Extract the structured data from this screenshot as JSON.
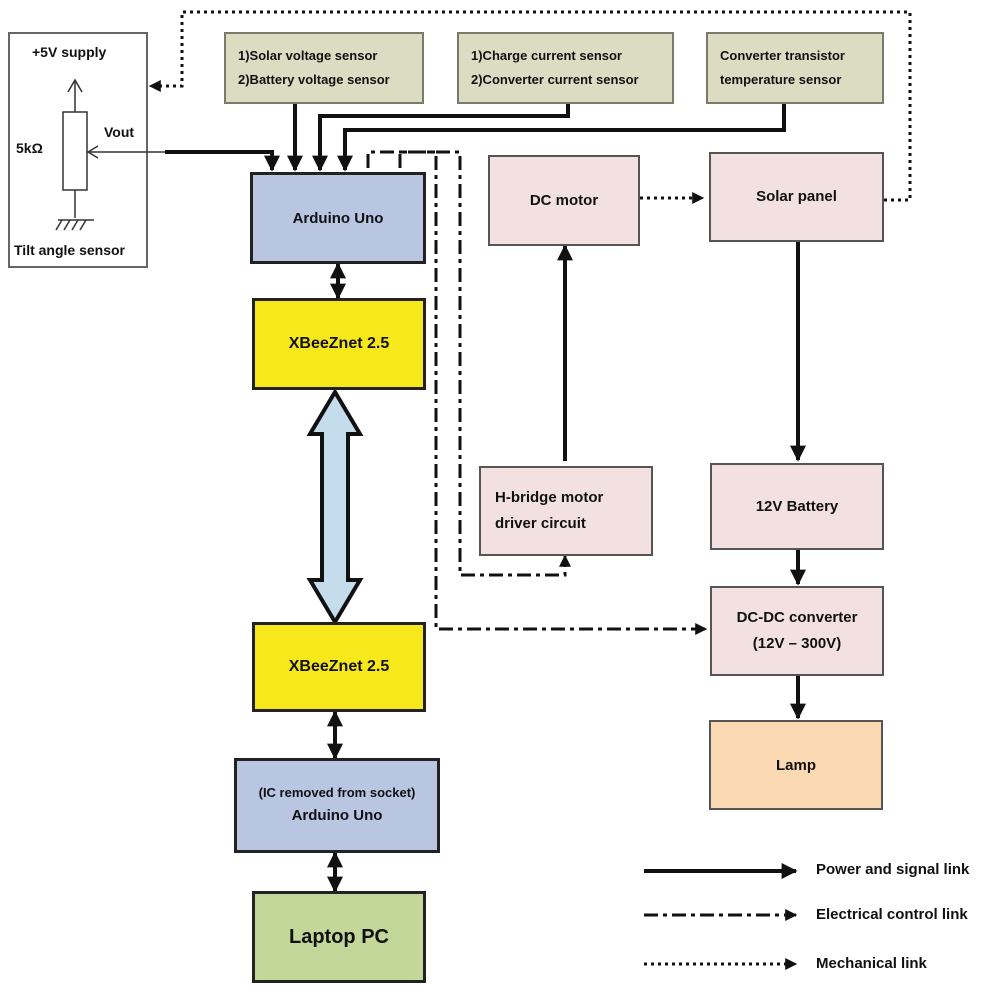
{
  "tilt_sensor": {
    "supply": "+5V supply",
    "resistor": "5kΩ",
    "vout": "Vout",
    "label": "Tilt angle sensor"
  },
  "sensors": {
    "voltage": [
      "1)Solar voltage sensor",
      "2)Battery voltage sensor"
    ],
    "current": [
      "1)Charge current sensor",
      "2)Converter current sensor"
    ],
    "temperature": [
      "Converter transistor",
      "temperature sensor"
    ]
  },
  "blocks": {
    "arduino_top": "Arduino Uno",
    "xbee_top": "XBeeZnet 2.5",
    "xbee_bottom": "XBeeZnet 2.5",
    "arduino_bottom_note": "(IC removed from socket)",
    "arduino_bottom": "Arduino Uno",
    "laptop": "Laptop PC",
    "dc_motor": "DC motor",
    "solar_panel": "Solar panel",
    "hbridge": [
      "H-bridge motor",
      "driver circuit"
    ],
    "battery": "12V Battery",
    "converter": [
      "DC-DC converter",
      "(12V – 300V)"
    ],
    "lamp": "Lamp"
  },
  "legend": {
    "power": "Power and signal link",
    "control": "Electrical control link",
    "mechanical": "Mechanical link"
  },
  "colors": {
    "sensor_fill": "#dcdcc3",
    "arduino_fill": "#b8c6e2",
    "xbee_fill": "#f6e81a",
    "block_fill": "#f3e1e1",
    "lamp_fill": "#fbd9b2",
    "laptop_fill": "#c3d79a",
    "wireless_arrow_fill": "#c5dced"
  }
}
